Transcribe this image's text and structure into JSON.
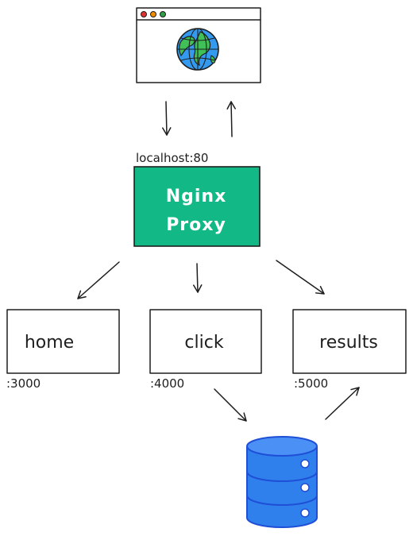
{
  "browser": {
    "title_dots": [
      "#e03131",
      "#f08c00",
      "#2f9e44"
    ],
    "icon": "globe-icon"
  },
  "proxy": {
    "host_label": "localhost:80",
    "line1": "Nginx",
    "line2": "Proxy",
    "color": "#12b886"
  },
  "services": [
    {
      "name": "home",
      "port": ":3000"
    },
    {
      "name": "click",
      "port": ":4000"
    },
    {
      "name": "results",
      "port": ":5000"
    }
  ],
  "database": {
    "icon": "database-icon",
    "color": "#2f80ed"
  }
}
